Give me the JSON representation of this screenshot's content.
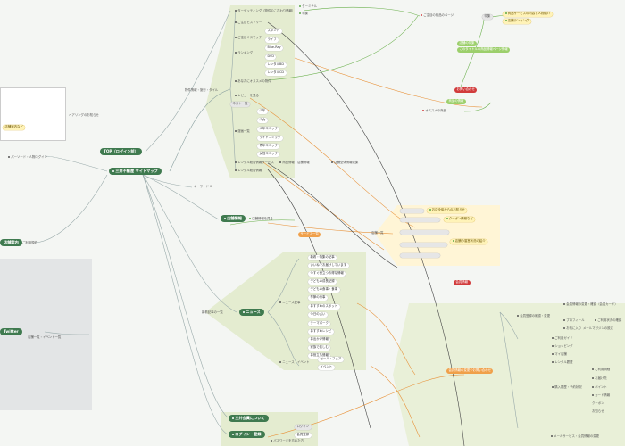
{
  "center": {
    "label": "三井不動産 サイトマップ"
  },
  "top_login": {
    "label": "TOP（ログイン前）"
  },
  "keyword_left": {
    "label": "パーソード・人物ログイン"
  },
  "keyword_mid": {
    "label": "キーワード 0"
  },
  "upper_branch": {
    "label": "物件情報・施行・タイル",
    "items": [
      "ターゲッティング（物件のこだわり情報）",
      "ご注目ヒストリー",
      "ご注目ミスマッチ",
      "ランキング",
      "あなたにオススメの物件"
    ],
    "sub_items": [
      "スタンド",
      "ライフ",
      "Blue-Ray",
      "DVD",
      "レンタルBD",
      "レンタルCD"
    ],
    "mid_items": [
      "レビューを見る",
      "ネスト一覧"
    ],
    "genre_label": "漫画一覧",
    "genres": [
      "少年",
      "少女",
      "少年コミック",
      "ライトコミック",
      "青年コミック",
      "女性コミック"
    ],
    "rental_items": [
      "レンタル総合情報サービス",
      "レンタル総合情報"
    ],
    "rental_sub": [
      "商品情報・店舗情報",
      "店舗全体情報収集"
    ]
  },
  "top_right": {
    "items": [
      "ターミナル",
      "特集"
    ],
    "notice": "ご注目の商品のページ",
    "pill": "特集",
    "yellow_items": [
      "商品サービスの内容と人物紹介",
      "店舗ランキング"
    ],
    "green_note": "店舗の特集",
    "green_note2": "このタイトルの商品情報ページ情報",
    "red_badge": "お問い合わせ",
    "bottom_link": "オススメの商品",
    "bottom_note": "商品の情報"
  },
  "store_info": {
    "label": "店舗情報",
    "note": "店舗情報を見る"
  },
  "center_right": {
    "label": "店舗一覧",
    "yellow": [
      "お店全体からのお知らせ",
      "クーポン情報など",
      "店舗の運営状況の紹介"
    ],
    "grey_rows": [
      "",
      "",
      "",
      "",
      ""
    ],
    "orange": "サービス一覧"
  },
  "news": {
    "hdr": "ニュース",
    "group": "ニュース記事",
    "side": "新着記事の一覧",
    "items": [
      "新着・特集の記事",
      "いいねでお届けしています",
      "今すぐ役立つお得な情報",
      "子どもの成長記録",
      "子どもの食事・食事",
      "季節の行事",
      "おすすめのスポット",
      "今日の占い",
      "テーマパーク",
      "おすすめレシピ",
      "お出かけ情報",
      "家族で楽しむ",
      "お役立ち情報"
    ],
    "sub_label": "ニュース・イベント",
    "sub": [
      "セール・フェア",
      "イベント"
    ]
  },
  "member_about": {
    "label": "三井会員について"
  },
  "login": {
    "label": "ログイン・登録",
    "items": [
      "ログイン",
      "会員登録"
    ],
    "sub": "パスワードを忘れた方"
  },
  "right_panel": {
    "red_tag": "会員情報",
    "orange_line": "会員情報の変更やお問い合わせ",
    "label": "会員情報",
    "items": [
      "会員登録の確認・変更",
      "プロフィール",
      "お気に入り"
    ],
    "sub": [
      "会員情報の変更・確認（会員カード）",
      "ご利用状況の確認",
      "メールマガジンの設定"
    ],
    "menu": [
      "ご利用ガイド",
      "ショッピング",
      "マイ店舗",
      "レンタル履歴",
      "購入履歴・予約状況"
    ],
    "menu_sub": [
      "ご利用明細",
      "お届け先",
      "ポイント",
      "カード情報",
      "クーポン",
      "お知らせ"
    ],
    "footer": "メールサービス・会員情報の変更"
  },
  "left": {
    "doc_note": "ペアリングのお知らせ",
    "yellow_note": "店舗案内など",
    "dark_pill": "店舗案内",
    "dark_side": "ご利用規約",
    "pill2": "Twitter",
    "small": "店舗一覧・イベント一覧"
  }
}
